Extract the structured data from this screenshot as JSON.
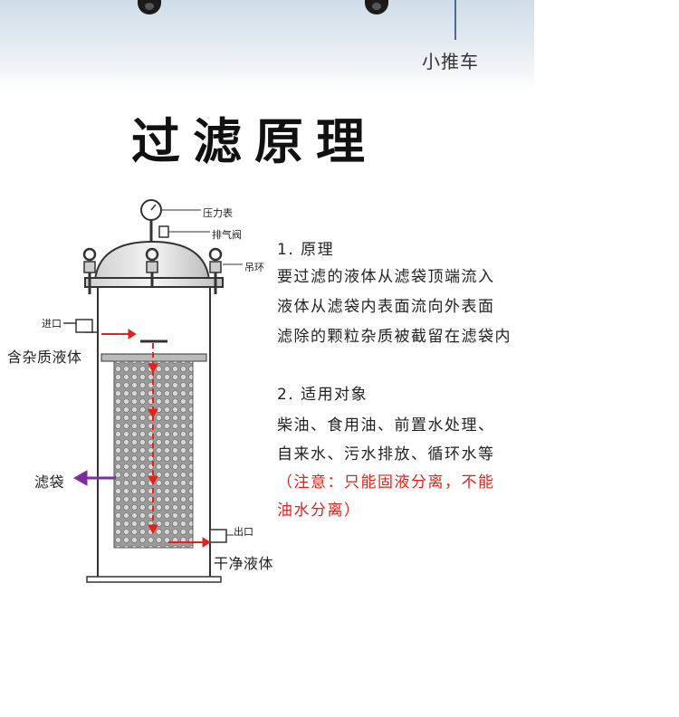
{
  "header": {
    "cart_label": "小推车"
  },
  "title": "过滤原理",
  "diagram": {
    "labels": {
      "pressure_gauge": "压力表",
      "vent_valve": "排气阀",
      "lifting_ring": "吊环",
      "inlet": "进口",
      "inlet_liquid": "含杂质液体",
      "filter_bag": "滤袋",
      "outlet": "出口",
      "clean_liquid": "干净液体"
    },
    "colors": {
      "flow_arrow": "#e0231c",
      "bag_arrow": "#7b2f9e"
    }
  },
  "description": {
    "section1_title": "1. 原理",
    "section1_lines": [
      "要过滤的液体从滤袋顶端流入",
      "液体从滤袋内表面流向外表面",
      "滤除的颗粒杂质被截留在滤袋内"
    ],
    "section2_title": "2. 适用对象",
    "section2_lines": [
      "柴油、食用油、前置水处理、",
      "自来水、污水排放、循环水等"
    ],
    "note_lines": [
      "（注意：只能固液分离，不能",
      "油水分离）"
    ]
  }
}
